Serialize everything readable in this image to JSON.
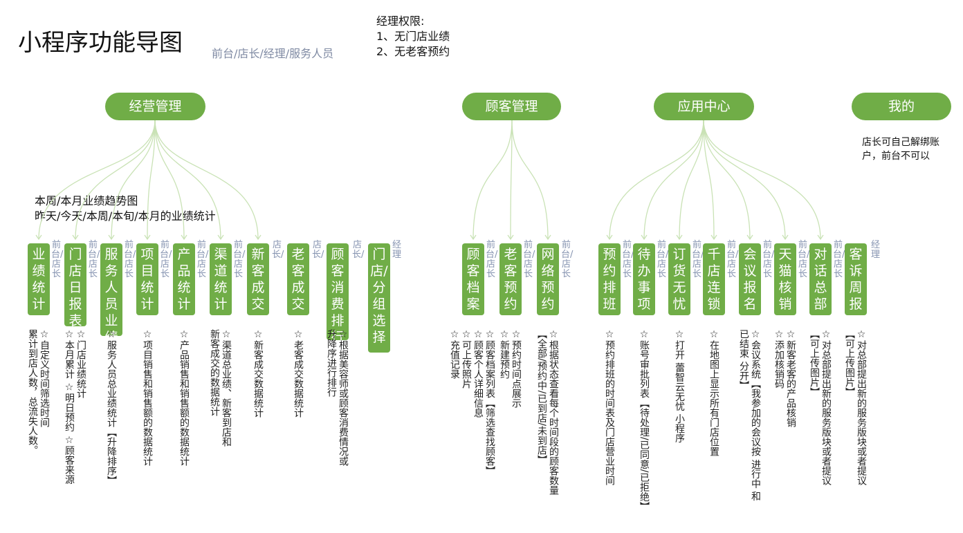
{
  "header": {
    "title": "小程序功能导图",
    "subtitle": "前台/店长/经理/服务人员",
    "permissions_title": "经理权限:",
    "permissions": [
      "1、无门店业绩",
      "2、无老客预约"
    ]
  },
  "categories": {
    "business": "经营管理",
    "customer": "顾客管理",
    "apps": "应用中心",
    "mine": "我的"
  },
  "mine_note": "店长可自己解绑账户，前台不可以",
  "business_summary": [
    "本周/本月业绩趋势图",
    "昨天/今天/本周/本旬/本月的业绩统计"
  ],
  "items": [
    {
      "label": "业绩统计",
      "role": "前台/店长",
      "desc": [
        "☆自定义时间筛选时间",
        "累计到店人数，总流失人数。"
      ]
    },
    {
      "label": "门店日报表",
      "role": "前台/店长",
      "desc": [
        "☆门店业绩统计",
        "☆本月累计 ☆明日预约 ☆顾客来源"
      ]
    },
    {
      "label": "服务人员业绩",
      "role": "前台/店长",
      "desc": [
        "☆服务人员总业绩统计【升降排序】"
      ]
    },
    {
      "label": "项目统计",
      "role": "前台/店长",
      "desc": [
        "☆项目销售和销售额的数据统计"
      ]
    },
    {
      "label": "产品统计",
      "role": "前台/店长",
      "desc": [
        "☆产品销售和销售额的数据统计"
      ]
    },
    {
      "label": "渠道统计",
      "role": "前台/店长",
      "desc": [
        "☆渠道总业绩、新客到店和",
        "新客成交的数据统计"
      ]
    },
    {
      "label": "新客成交",
      "role": "店长/",
      "desc": [
        "☆新客成交数据统计"
      ]
    },
    {
      "label": "老客成交",
      "role": "店长/",
      "desc": [
        "☆老客成交数据统计"
      ]
    },
    {
      "label": "顾客消费排行",
      "role": "店长/",
      "desc": [
        "☆根据美容师或顾客消费情况或",
        "升降序进行排行"
      ]
    },
    {
      "label": "门店/分组选择",
      "role": "经理",
      "desc": []
    },
    {
      "label": "顾客档案",
      "role": "前台/店长",
      "desc": [
        "☆顾客档案列表【筛选查找顾客】",
        "☆顾客个人详细信息",
        "☆可上传照片",
        "☆充值记录"
      ]
    },
    {
      "label": "老客预约",
      "role": "前台/店长",
      "desc": [
        "☆预约时间点展示",
        "☆新建预约"
      ]
    },
    {
      "label": "网络预约",
      "role": "前台/店长",
      "desc": [
        "☆根据状态查看每个时间段的顾客数量",
        "【全部/预约中/已到店/未到店】"
      ]
    },
    {
      "label": "预约排班",
      "role": "前台/店长",
      "desc": [
        "☆预约排班的时间表及门店营业时间"
      ]
    },
    {
      "label": "待办事项",
      "role": "前台/店长",
      "desc": [
        "☆账号审批列表【待处理/已同意/已拒绝】"
      ]
    },
    {
      "label": "订货无忧",
      "role": "前台/店长",
      "desc": [
        "☆打开 蕾智云无忧 小程序"
      ]
    },
    {
      "label": "千店连锁",
      "role": "前台/店长",
      "desc": [
        "☆在地图上显示所有门店位置"
      ]
    },
    {
      "label": "会议报名",
      "role": "前台/店长",
      "desc": [
        "☆会议系统【我参加的会议按 进行中 和",
        "已结束 分开】"
      ]
    },
    {
      "label": "天猫核销",
      "role": "前台/店长",
      "desc": [
        "☆新客老客的产品核销",
        "☆添加核销码"
      ]
    },
    {
      "label": "对话总部",
      "role": "前台/店长",
      "desc": [
        "☆对总部提出新的服务版块或者提议",
        "【可上传图片】"
      ]
    },
    {
      "label": "客诉周报",
      "role": "经理",
      "desc": [
        "☆对总部提出新的服务版块或者提议",
        "【可上传图片】"
      ]
    }
  ],
  "colors": {
    "accent": "#70ad47",
    "line": "#c9e2b5",
    "role": "#8593b0"
  }
}
